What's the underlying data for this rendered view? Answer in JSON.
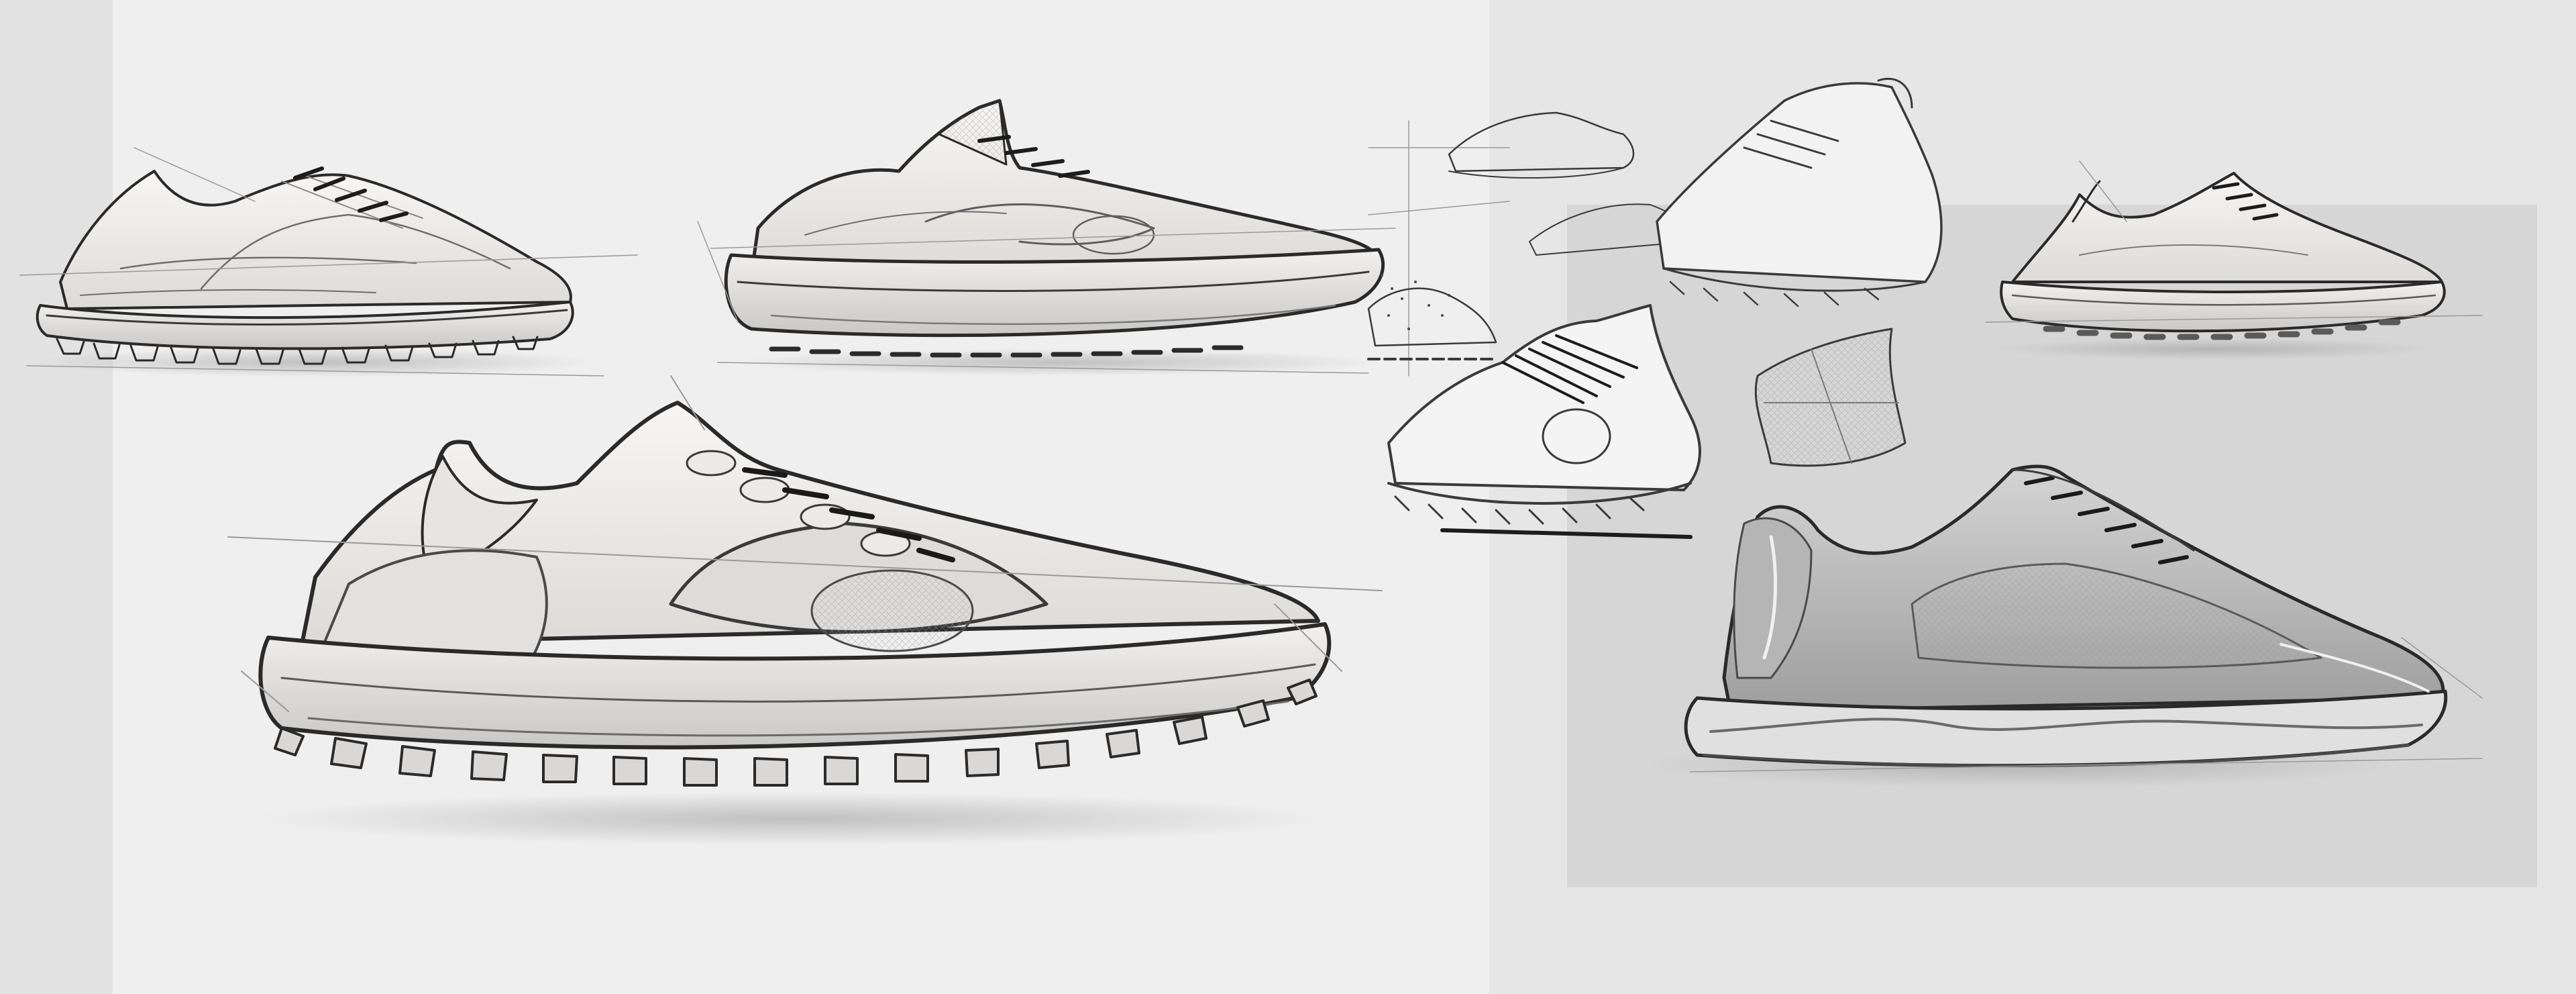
{
  "artwork": {
    "kind": "shoe-design-sketch-sheet",
    "palette": {
      "outer_margin": "#e2e2e2",
      "left_panel": "#efefef",
      "right_panel": "#e6e6e6",
      "render_panel": "#d6d6d6",
      "ink": "#2a2a2a",
      "graphite": "#6e6e6e",
      "shoe_fill_light": "#f5f4f2",
      "shoe_fill_mid": "#d9d8d6",
      "shoe_fill_dark": "#a8a8a8"
    },
    "sketches": [
      {
        "name": "sketch-trail-runner-top-left",
        "style": "line-sketch"
      },
      {
        "name": "sketch-chunky-runner-top-center",
        "style": "line-sketch"
      },
      {
        "name": "sketch-trail-runner-large-render",
        "style": "marker-render"
      },
      {
        "name": "sketch-thumbnail-cluster",
        "style": "ideation-thumbnails"
      },
      {
        "name": "sketch-runner-small-right",
        "style": "line-sketch"
      },
      {
        "name": "sketch-runner-grey-render",
        "style": "grey-marker-render"
      }
    ]
  }
}
